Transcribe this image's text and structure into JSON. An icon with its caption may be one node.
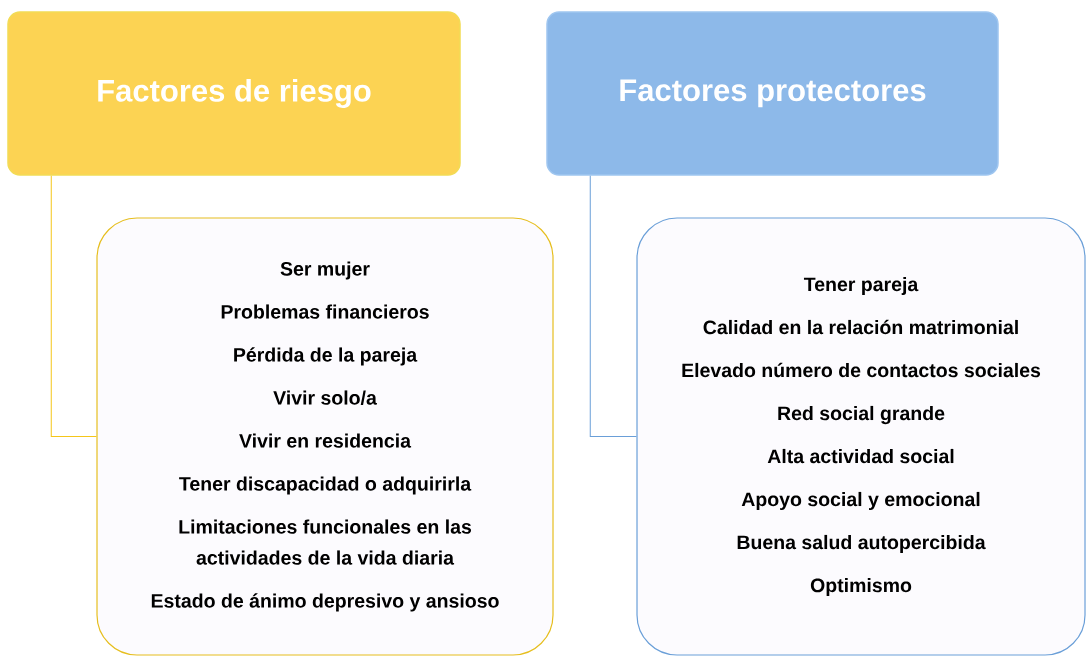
{
  "diagram": {
    "nodes": [
      {
        "text": [
          "Factores de riesgo"
        ]
      },
      {
        "text": [
          "Ser mujer",
          "Problemas financieros",
          "Pérdida de la pareja",
          "Vivir solo/a",
          "Vivir en residencia",
          "Tener discapacidad o adquirirla",
          "Limitaciones funcionales en las actividades de la vida diaria",
          "Estado de ánimo depresivo y ansioso"
        ]
      },
      {
        "text": [
          "Factores protectores"
        ]
      },
      {
        "text": [
          "Tener pareja",
          "Calidad en la relación matrimonial",
          "Elevado número de contactos sociales",
          "Red social grande",
          "Alta actividad social",
          "Apoyo social y emocional",
          "Buena salud autopercibida",
          "Optimismo"
        ]
      }
    ],
    "edges": [
      {
        "from": 0,
        "to": 1,
        "arrow": "none",
        "color": "#f5c61a"
      },
      {
        "from": 2,
        "to": 3,
        "arrow": "none",
        "color": "#6a9fd8"
      }
    ]
  }
}
